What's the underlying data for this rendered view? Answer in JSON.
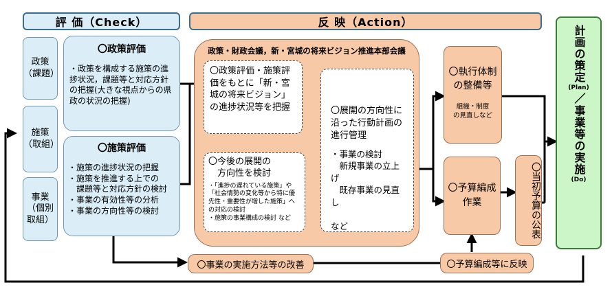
{
  "headers": {
    "check": "評 価（Check）",
    "action": "反 映（Action）"
  },
  "side_labels": {
    "policy": "政策\n（課題）",
    "measure": "施策\n（取組）",
    "project": "事業\n（個別\n取組）"
  },
  "policy_eval": {
    "title": "〇政策評価",
    "body": "・政策を構成する施策の進捗状況，課題等と対応方針の把握(大きな視点からの県政の状況の把握)"
  },
  "measure_eval": {
    "title": "〇施策評価",
    "items": [
      "・施策の進捗状況の把握",
      "・施策を推進する上での\n　課題等と対応方針の検討",
      "・事業の有効性等の分析",
      "・事業の方向性等の検討"
    ]
  },
  "council": {
    "title": "政策・財政会議，新・宮城の将来ビジョン推進本部会議",
    "box1": "〇政策評価・施策評価をもとに「新・宮城の将来ビジョン」の進捗状況等を把握",
    "box2_title": "〇今後の展開の\n　方向性を検討",
    "box2_body": "・「進捗の遅れている施策」や「社会情勢の変化等から特に優先性・重要性が増した施策」への対応の検討\n・施策の事業構成の検討 など",
    "box3_title": "〇展開の方向性に沿った行動計画の進行管理",
    "box3_body": "・事業の検討\n　新規事業の立上げ\n　既存事業の見直し\n　　　　　　　　など"
  },
  "exec": {
    "title": "〇執行体制\nの整備等",
    "sub": "組織・制度\nの見直しなど"
  },
  "budget_prep": "〇予算編成\n作業",
  "budget_pub": "〇当初予算の公表",
  "plan": {
    "text": "計画の策定",
    "plan_en": "(Plan)",
    "slash": "／",
    "text2": "事業等の実施",
    "do_en": "(Do)"
  },
  "bottom": {
    "improve": "〇事業の実施方法等の改善",
    "reflect": "〇予算編成等に反映"
  }
}
